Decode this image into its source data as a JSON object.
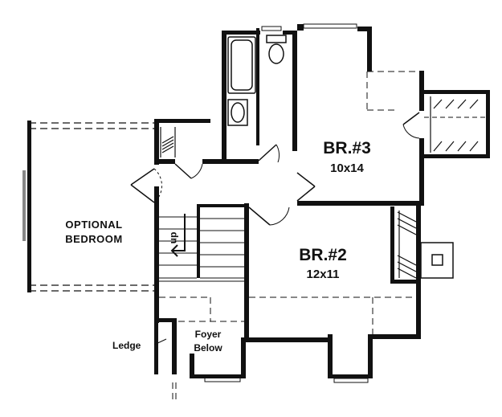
{
  "rooms": {
    "br3_name": "BR.#3",
    "br3_size": "10x14",
    "br2_name": "BR.#2",
    "br2_size": "12x11",
    "optional_line1": "OPTIONAL",
    "optional_line2": "BEDROOM",
    "foyer_line1": "Foyer",
    "foyer_line2": "Below"
  },
  "labels": {
    "ledge": "Ledge",
    "stair_direction": "dn"
  },
  "colors": {
    "wall": "#111111",
    "background": "#ffffff"
  }
}
